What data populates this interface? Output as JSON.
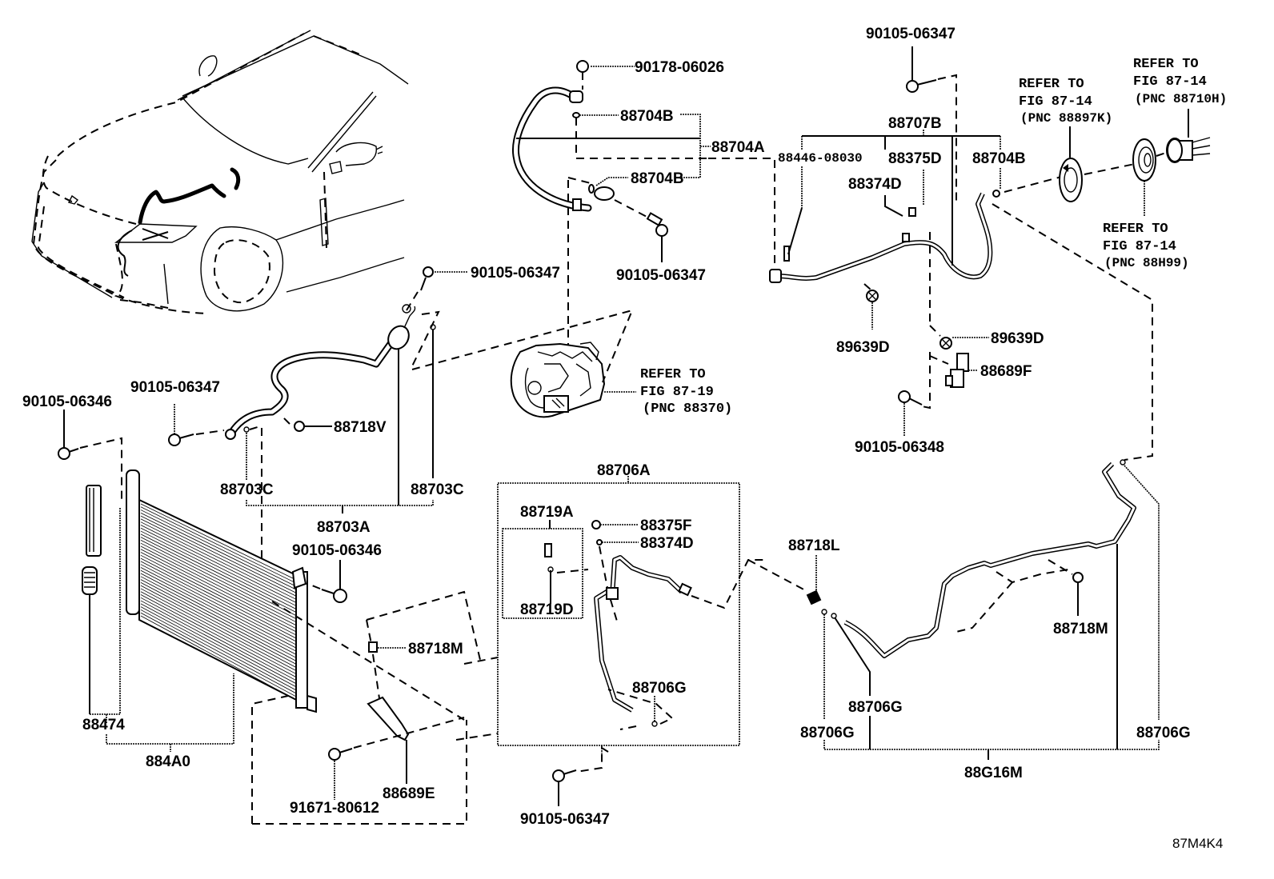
{
  "diagram": {
    "title": "Air conditioner piping and condenser parts diagram",
    "figure_code": "87M4K4",
    "callouts": {
      "c90178_06026": "90178-06026",
      "c88704B_top": "88704B",
      "c88704A": "88704A",
      "c88704B_mid": "88704B",
      "c90105_06347_hose": "90105-06347",
      "c90105_06347_top": "90105-06347",
      "c88707B": "88707B",
      "c88446_08030": "88446-08030",
      "c88375D": "88375D",
      "c88374D_top": "88374D",
      "c88704B_right": "88704B",
      "c89639D_left": "89639D",
      "c89639D_right": "89639D",
      "c88689F": "88689F",
      "c90105_06348": "90105-06348",
      "c90105_06347_disch": "90105-06347",
      "c90105_06347_left": "90105-06347",
      "c90105_06346_left": "90105-06346",
      "c88718V": "88718V",
      "c88703C_left": "88703C",
      "c88703C_right": "88703C",
      "c88703A": "88703A",
      "c90105_06346_cond": "90105-06346",
      "c88474": "88474",
      "c884A0": "884A0",
      "c88718M_left": "88718M",
      "c91671_80612": "91671-80612",
      "c88689E": "88689E",
      "c88706A": "88706A",
      "c88719A": "88719A",
      "c88719D": "88719D",
      "c88375F": "88375F",
      "c88374D_box": "88374D",
      "c88706G_box": "88706G",
      "c90105_06347_bottom": "90105-06347",
      "c88718L": "88718L",
      "c88706G_left": "88706G",
      "c88706G_mid": "88706G",
      "c88706G_right": "88706G",
      "c88718M_right": "88718M",
      "c88G16M": "88G16M"
    },
    "references": {
      "compressor": {
        "line1": "REFER TO",
        "line2": "FIG 87-19",
        "line3": "(PNC 88370)"
      },
      "seal_88897K": {
        "line1": "REFER TO",
        "line2": "FIG 87-14",
        "line3": "(PNC 88897K)"
      },
      "valve_88710H": {
        "line1": "REFER TO",
        "line2": "FIG 87-14",
        "line3": "(PNC 88710H)"
      },
      "seal_88H99": {
        "line1": "REFER TO",
        "line2": "FIG 87-14",
        "line3": "(PNC 88H99)"
      }
    }
  }
}
